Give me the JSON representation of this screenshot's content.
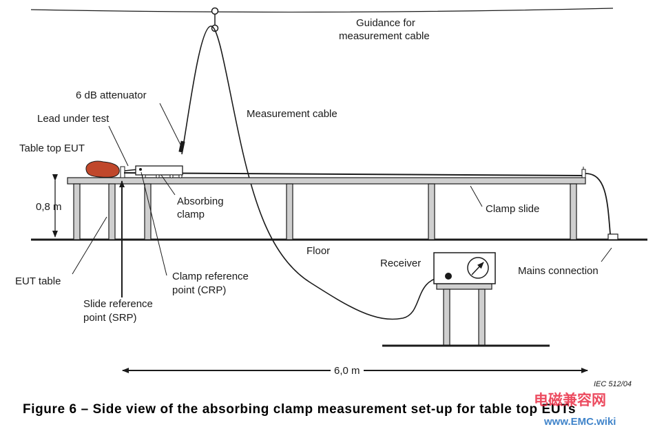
{
  "labels": {
    "guidance_line1": "Guidance for",
    "guidance_line2": "measurement cable",
    "attenuator": "6 dB attenuator",
    "measurement_cable": "Measurement cable",
    "lead_under_test": "Lead under test",
    "table_top_eut": "Table top EUT",
    "height": "0,8 m",
    "absorbing_clamp_line1": "Absorbing",
    "absorbing_clamp_line2": "clamp",
    "clamp_slide": "Clamp slide",
    "floor": "Floor",
    "receiver": "Receiver",
    "mains_connection": "Mains connection",
    "eut_table": "EUT table",
    "crp_line1": "Clamp reference",
    "crp_line2": "point (CRP)",
    "srp_line1": "Slide reference",
    "srp_line2": "point (SRP)",
    "distance": "6,0 m",
    "ref": "IEC   512/04"
  },
  "caption": "Figure 6 – Side view of the absorbing clamp measurement set-up for table top EUTs",
  "watermark": {
    "chinese": "电磁兼容网",
    "url": "www.EMC.wiki"
  },
  "colors": {
    "line": "#1a1a1a",
    "table_fill": "#cfcfcf",
    "eut_fill": "#c0472b",
    "watermark_red": "#e8243c",
    "watermark_blue": "#1f6fc1"
  }
}
